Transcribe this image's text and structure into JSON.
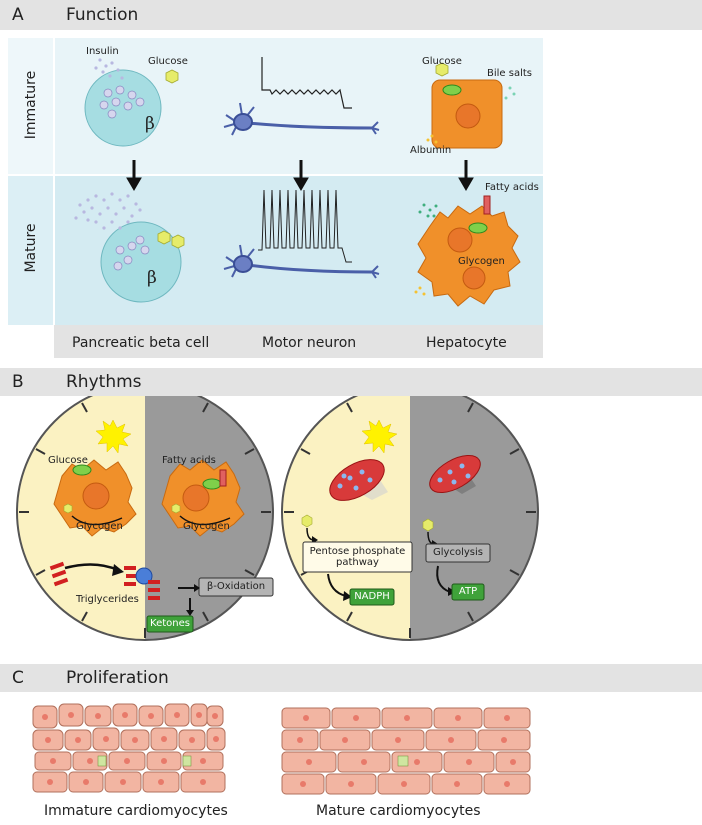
{
  "sectionA": {
    "letter": "A",
    "title": "Function",
    "row_immature": "Immature",
    "row_mature": "Mature",
    "labels": {
      "insulin": "Insulin",
      "glucose_beta": "Glucose",
      "beta_top": "β",
      "beta_bottom": "β",
      "glucose_hep": "Glucose",
      "bile_salts": "Bile salts",
      "albumin": "Albumin",
      "fatty_acids": "Fatty acids",
      "glycogen": "Glycogen"
    },
    "columns": [
      "Pancreatic beta cell",
      "Motor neuron",
      "Hepatocyte"
    ]
  },
  "sectionB": {
    "letter": "B",
    "title": "Rhythms",
    "liver": {
      "glucose": "Glucose",
      "fatty_acids": "Fatty acids",
      "glycogen_day": "Glycogen",
      "glycogen_night": "Glycogen",
      "triglycerides": "Triglycerides",
      "beta_oxidation": "β-Oxidation",
      "ketones": "Ketones"
    },
    "cell": {
      "ppp": "Pentose phosphate pathway",
      "nadph": "NADPH",
      "glycolysis": "Glycolysis",
      "atp": "ATP"
    }
  },
  "sectionC": {
    "letter": "C",
    "title": "Proliferation",
    "immature": "Immature cardiomyocytes",
    "mature": "Mature cardiomyocytes"
  },
  "colors": {
    "bar": "#e3e3e3",
    "panel_top": "#e8f4f8",
    "panel_bottom": "#d4ebf2",
    "day": "#fbf2c2",
    "night": "#9a9a9a",
    "hepatocyte": "#f0902a",
    "beta_cell": "#a6dde2",
    "neuron": "#4a5fa8",
    "cardio": "#f2b5a2",
    "green_box": "#3fa23a"
  }
}
